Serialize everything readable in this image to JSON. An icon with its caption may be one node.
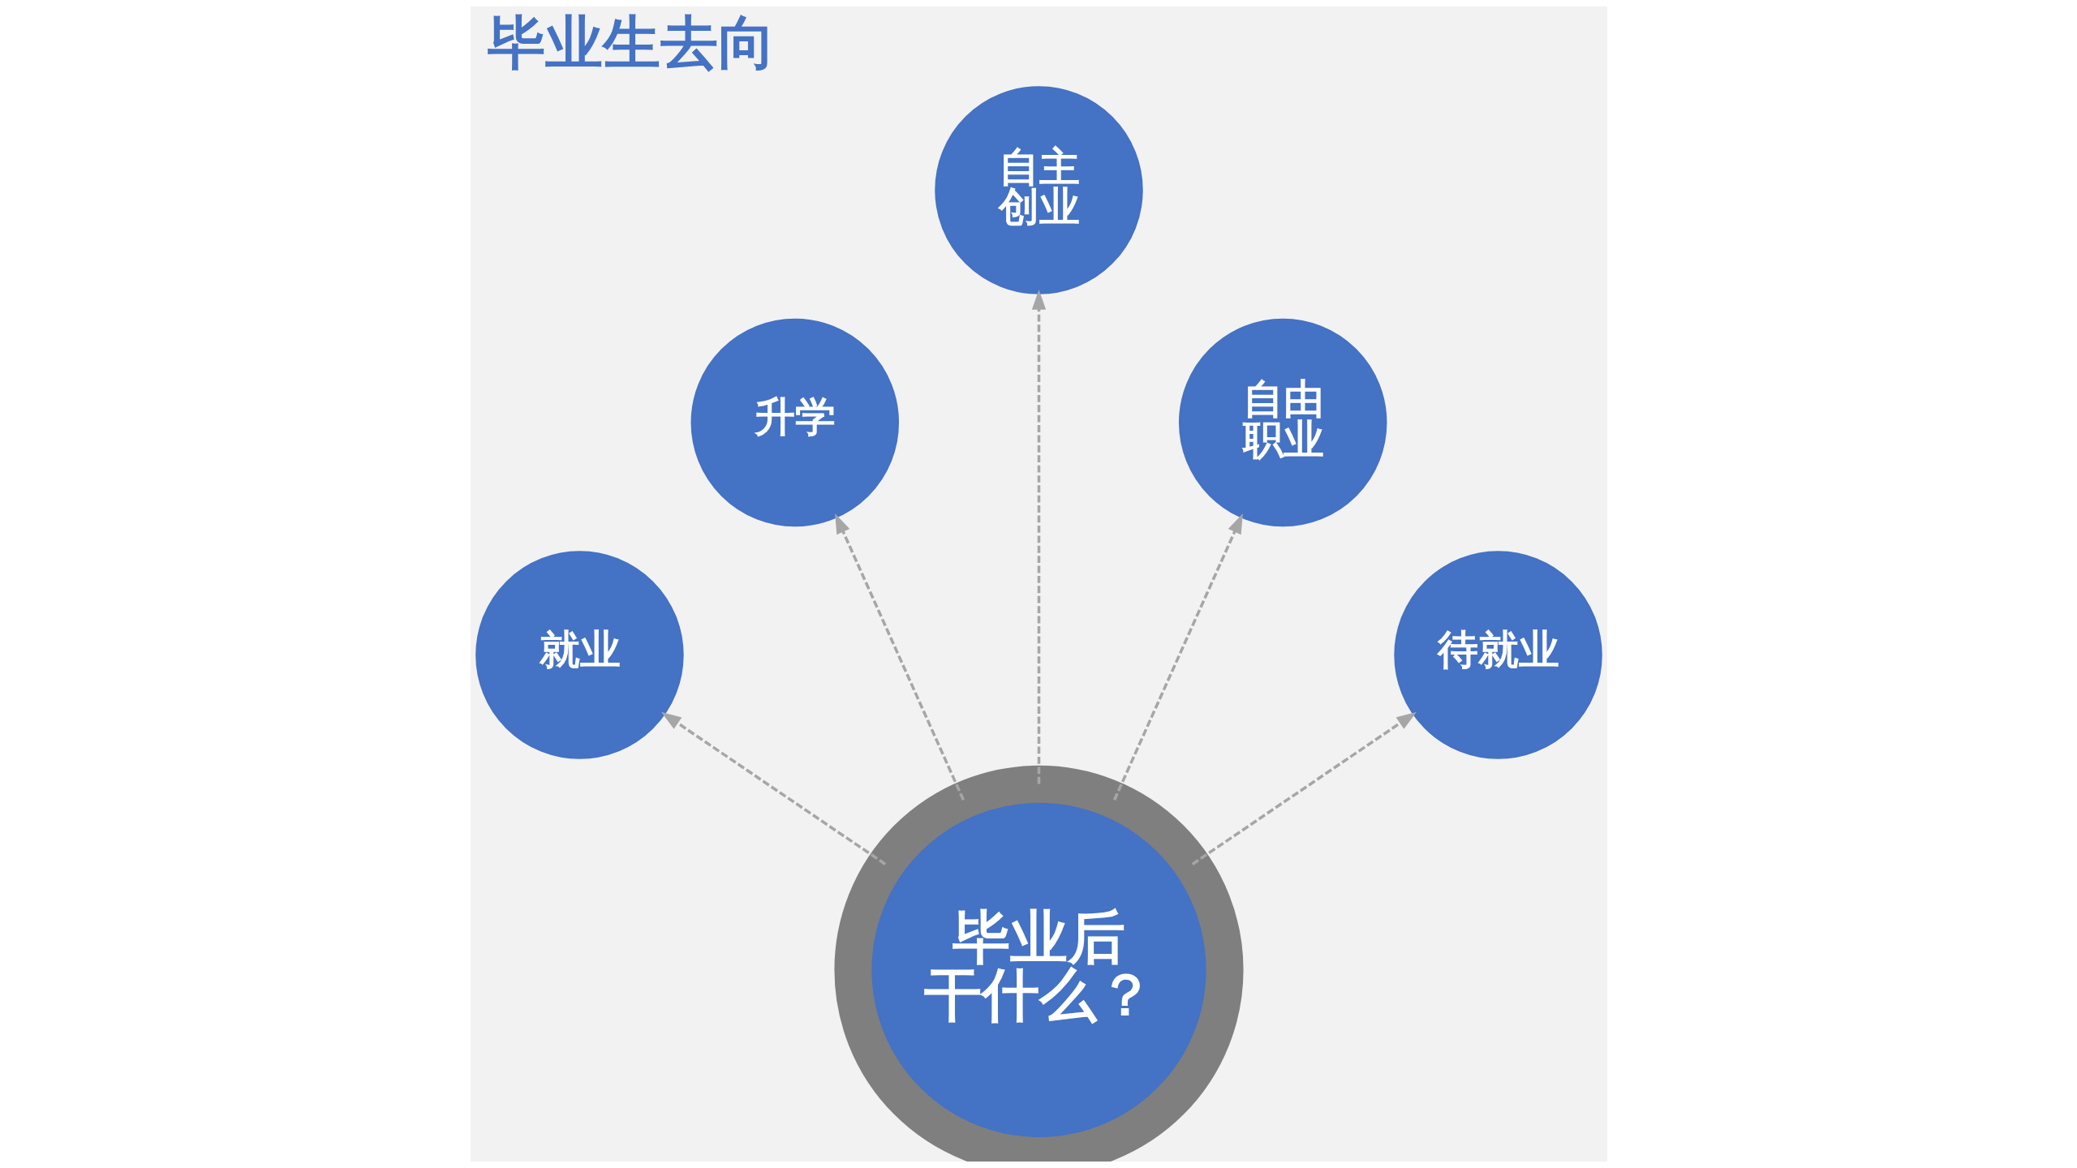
{
  "diagram": {
    "title": "毕业生去向",
    "nodes": [
      {
        "text": [
          "自主创业"
        ]
      },
      {
        "text": [
          "升学"
        ]
      },
      {
        "text": [
          "自由职业"
        ]
      },
      {
        "text": [
          "就业"
        ]
      },
      {
        "text": [
          "毕业后干什么？"
        ]
      },
      {
        "text": [
          "待就业"
        ]
      }
    ],
    "edges": [
      {
        "from": 4,
        "to": 0,
        "arrow": "to",
        "style": "dashed"
      },
      {
        "from": 4,
        "to": 1,
        "arrow": "to",
        "style": "dashed"
      },
      {
        "from": 4,
        "to": 2,
        "arrow": "to",
        "style": "dashed"
      },
      {
        "from": 4,
        "to": 3,
        "arrow": "to",
        "style": "dashed"
      },
      {
        "from": 4,
        "to": 5,
        "arrow": "to",
        "style": "dashed"
      }
    ]
  }
}
